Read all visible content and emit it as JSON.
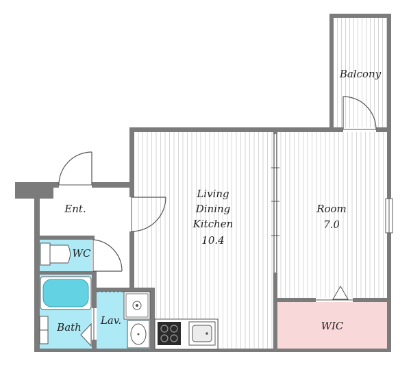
{
  "rooms": {
    "balcony": {
      "label": "Balcony"
    },
    "ldk": {
      "line1": "Living",
      "line2": "Dining",
      "line3": "Kitchen",
      "size": "10.4"
    },
    "room": {
      "label": "Room",
      "size": "7.0"
    },
    "wic": {
      "label": "WIC"
    },
    "entrance": {
      "label": "Ent."
    },
    "wc": {
      "label": "WC"
    },
    "bath": {
      "label": "Bath"
    },
    "lavatory": {
      "label": "Lav."
    }
  },
  "colors": {
    "wall": "#7b7b7b",
    "wet_area": "#aeeaf6",
    "wic_fill": "#f9d8da",
    "floor_stripe": "#d4d4d4",
    "tub": "#63d3e3"
  }
}
